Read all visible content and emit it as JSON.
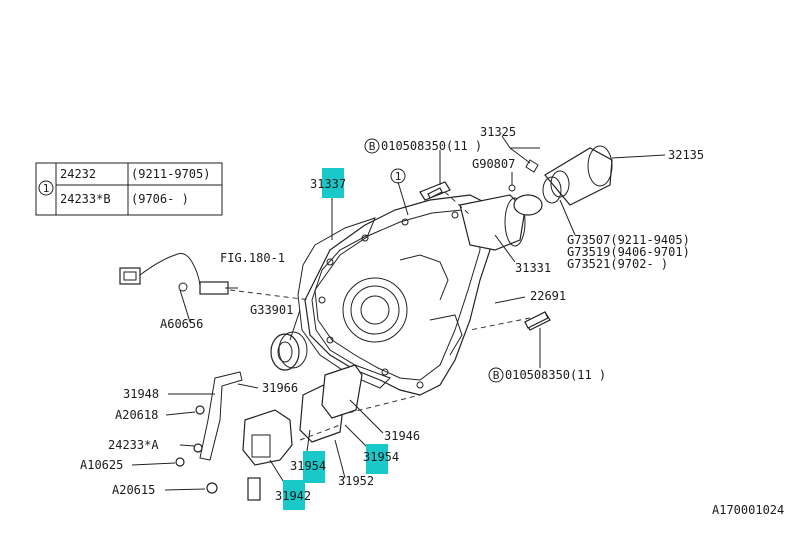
{
  "table": {
    "key": "1",
    "rows": [
      {
        "part": "24232",
        "range": "(9211-9705)"
      },
      {
        "part": "24233*B",
        "range": "(9706-     )"
      }
    ]
  },
  "labels": {
    "bolt_top": "010508350(11 )",
    "bolt_right": "010508350(11 )",
    "bolt_badge": "B",
    "key_marker": "1",
    "p31325": "31325",
    "pG90807": "G90807",
    "p32135": "32135",
    "p31337": "31337",
    "pG73507": "G73507(9211-9405)",
    "pG73519": "G73519(9406-9701)",
    "pG73521": "G73521(9702-     )",
    "p31331": "31331",
    "fig": "FIG.180-1",
    "p22691": "22691",
    "pA60656": "A60656",
    "pG33901": "G33901",
    "p31948": "31948",
    "p31966": "31966",
    "pA20618": "A20618",
    "p31946": "31946",
    "p24233A": "24233*A",
    "pA10625": "A10625",
    "p31954a": "31954",
    "p31954b": "31954",
    "p31952": "31952",
    "pA20615": "A20615",
    "p31942": "31942",
    "code": "A170001024"
  },
  "highlight_color": "#19c8c8"
}
